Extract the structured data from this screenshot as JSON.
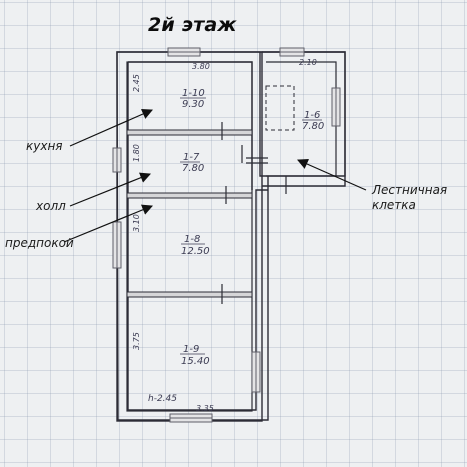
{
  "title": "2й этаж",
  "callouts": {
    "kitchen": "кухня",
    "hall": "холл",
    "pre_room": "предпокой",
    "staircase": "Лестничная клетка"
  },
  "rooms": [
    {
      "id": "r10",
      "number": "1-10",
      "area": "9.30"
    },
    {
      "id": "r7",
      "number": "1-7",
      "area": "7.80"
    },
    {
      "id": "r8",
      "number": "1-8",
      "area": "12.50"
    },
    {
      "id": "r9",
      "number": "1-9",
      "area": "15.40"
    },
    {
      "id": "r6",
      "number": "1-6",
      "area": "7.80"
    }
  ],
  "dimensions": {
    "top_main": "3.80",
    "top_stair": "2.10",
    "left_kitchen": "2.45",
    "left_hall": "1.80",
    "left_pre": "3.10",
    "left_bottom": "3.75",
    "bottom": "3.35",
    "height": "h-2.45"
  },
  "colors": {
    "wall": "#c9c9cc",
    "wall_stroke": "#2c2c36",
    "arrow": "#111111",
    "window": "#6e6e78"
  }
}
